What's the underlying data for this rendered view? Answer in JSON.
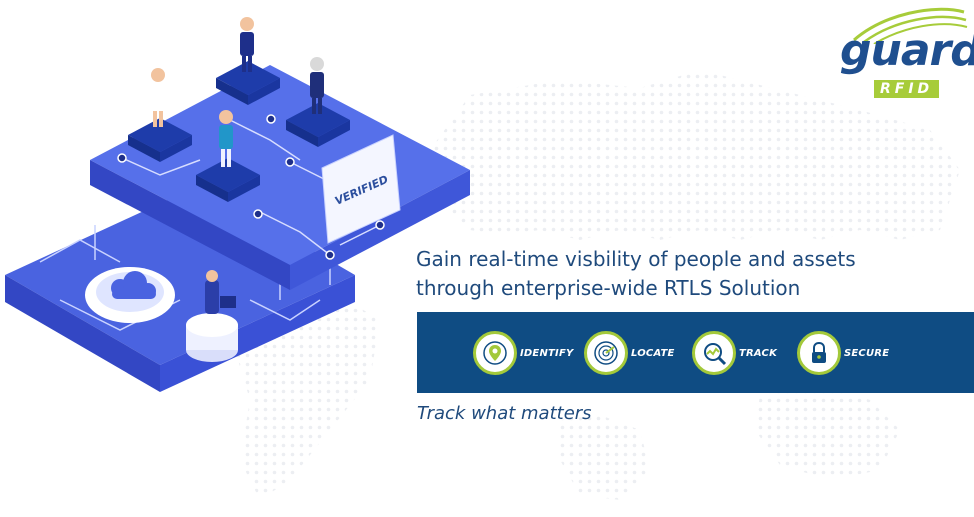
{
  "logo": {
    "word": "guard",
    "sub": "RFID"
  },
  "illustration": {
    "verified_label": "VERIFIED"
  },
  "headline": {
    "line1": "Gain real-time visbility of people and assets",
    "line2": "through enterprise-wide RTLS Solution"
  },
  "features": [
    {
      "label": "IDENTIFY",
      "icon": "location-pin-icon"
    },
    {
      "label": "LOCATE",
      "icon": "radar-icon"
    },
    {
      "label": "TRACK",
      "icon": "magnifier-chart-icon"
    },
    {
      "label": "SECURE",
      "icon": "padlock-icon"
    }
  ],
  "tagline": "Track what matters",
  "colors": {
    "navy": "#0f4c83",
    "headline": "#1f4a7c",
    "accent_green": "#a3c93a",
    "platform_blue": "#4a63e0",
    "platform_side": "#3347c4"
  }
}
